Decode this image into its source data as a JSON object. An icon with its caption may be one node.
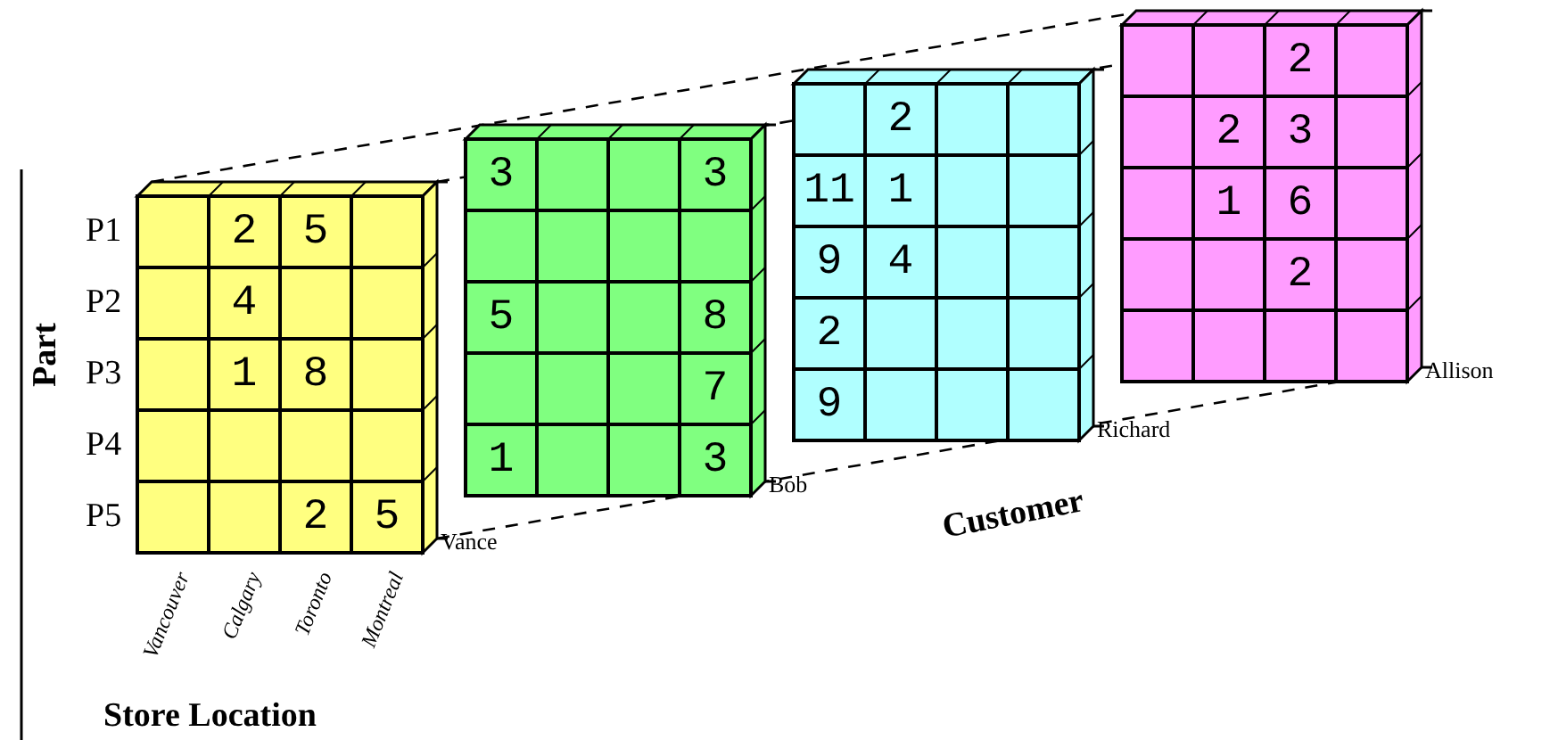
{
  "diagram": {
    "labels": [
      "Part",
      "P1",
      "P2",
      "P3",
      "P4",
      "P5",
      "2",
      "5",
      "4",
      "1",
      "8",
      "2",
      "5",
      "3",
      "3",
      "5",
      "8",
      "7",
      "1",
      "3",
      "2",
      "11",
      "1",
      "9",
      "4",
      "2",
      "9",
      "2",
      "2",
      "3",
      "1",
      "6",
      "2",
      "Vance",
      "Bob",
      "Richard",
      "Allison",
      "Customer",
      "Vancouver",
      "Calgary",
      "Toronto",
      "Montreal",
      "Store Location"
    ]
  }
}
